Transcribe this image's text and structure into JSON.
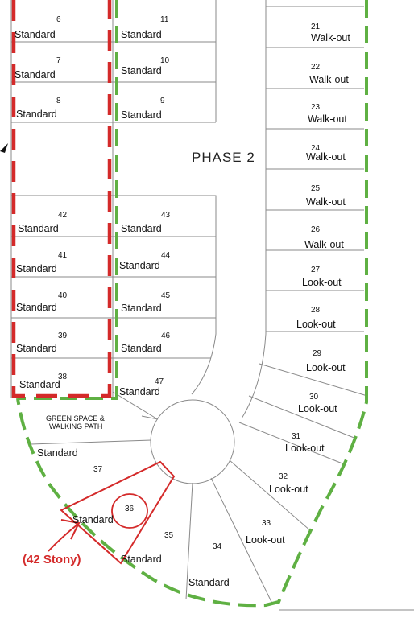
{
  "map": {
    "phase_label": "PHASE  2",
    "green_space_label_line1": "GREEN SPACE &",
    "green_space_label_line2": "WALKING PATH",
    "callout_label": "(42 Stony)",
    "colors": {
      "red_boundary": "#d42a2a",
      "green_boundary": "#5fb043",
      "lot_lines": "#8a8a8a"
    },
    "lots": [
      {
        "number": "6",
        "type": "Standard"
      },
      {
        "number": "7",
        "type": "Standard"
      },
      {
        "number": "8",
        "type": "Standard"
      },
      {
        "number": "11",
        "type": "Standard"
      },
      {
        "number": "10",
        "type": "Standard"
      },
      {
        "number": "9",
        "type": "Standard"
      },
      {
        "number": "42",
        "type": "Standard"
      },
      {
        "number": "41",
        "type": "Standard"
      },
      {
        "number": "40",
        "type": "Standard"
      },
      {
        "number": "39",
        "type": "Standard"
      },
      {
        "number": "38",
        "type": "Standard"
      },
      {
        "number": "43",
        "type": "Standard"
      },
      {
        "number": "44",
        "type": "Standard"
      },
      {
        "number": "45",
        "type": "Standard"
      },
      {
        "number": "46",
        "type": "Standard"
      },
      {
        "number": "47",
        "type": "Standard"
      },
      {
        "number": "21",
        "type": "Walk-out"
      },
      {
        "number": "22",
        "type": "Walk-out"
      },
      {
        "number": "23",
        "type": "Walk-out"
      },
      {
        "number": "24",
        "type": "Walk-out"
      },
      {
        "number": "25",
        "type": "Walk-out"
      },
      {
        "number": "26",
        "type": "Walk-out"
      },
      {
        "number": "27",
        "type": "Look-out"
      },
      {
        "number": "28",
        "type": "Look-out"
      },
      {
        "number": "29",
        "type": "Look-out"
      },
      {
        "number": "30",
        "type": "Look-out"
      },
      {
        "number": "31",
        "type": "Look-out"
      },
      {
        "number": "32",
        "type": "Look-out"
      },
      {
        "number": "33",
        "type": "Look-out"
      },
      {
        "number": "34",
        "type": "Standard"
      },
      {
        "number": "35",
        "type": "Standard"
      },
      {
        "number": "36",
        "type": "Standard"
      },
      {
        "number": "37",
        "type": "Standard"
      }
    ]
  }
}
